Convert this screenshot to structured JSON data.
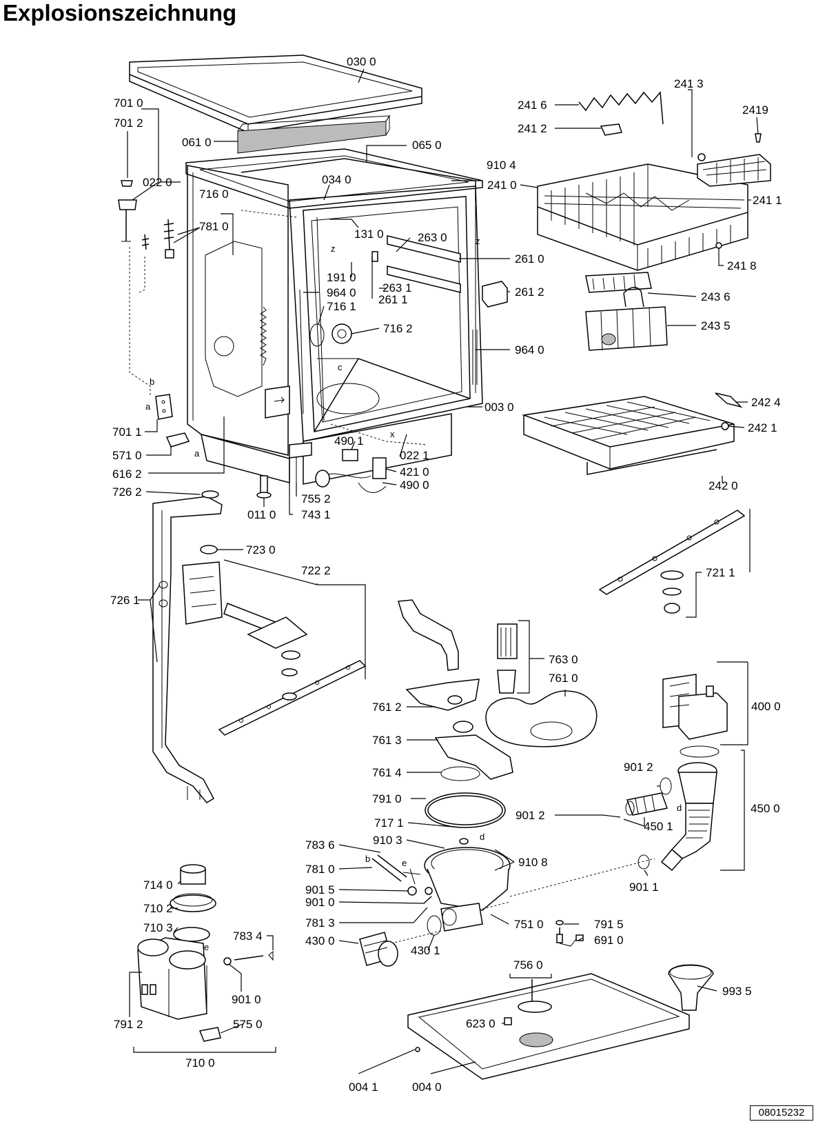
{
  "title": "Explosionszeichnung",
  "doc_number": "08015232",
  "labels": {
    "p0300": "030 0",
    "p7010": "701 0",
    "p7012": "701 2",
    "p0610": "061 0",
    "p0650": "065 0",
    "p0340": "034 0",
    "p0220": "022 0",
    "p7160": "716 0",
    "p7810": "781 0",
    "p9104": "910 4",
    "p1310": "131 0",
    "p2630": "263 0",
    "p2610": "261 0",
    "p1910": "191 0",
    "p9640a": "964 0",
    "p2631": "263 1",
    "p2611": "261 1",
    "p2612": "261 2",
    "p7161": "716 1",
    "p7162": "716 2",
    "p9640b": "964 0",
    "p0030": "003 0",
    "p7011": "701 1",
    "p5710": "571 0",
    "p6162": "616 2",
    "p4901": "490 1",
    "p0221": "022 1",
    "p4210": "421 0",
    "p4900": "490 0",
    "p7262": "726 2",
    "p0110": "011 0",
    "p7552": "755 2",
    "p7431": "743 1",
    "p2413": "241 3",
    "p2416": "241 6",
    "p2419": "2419",
    "p2412": "241 2",
    "p2410": "241 0",
    "p2411": "241 1",
    "p2418": "241 8",
    "p2436": "243 6",
    "p2435": "243 5",
    "p2424": "242 4",
    "p2421": "242 1",
    "p2420": "242 0",
    "p7230": "723 0",
    "p7222": "722 2",
    "p7211": "721 1",
    "p7261": "726 1",
    "p7630": "763 0",
    "p7610": "761 0",
    "p4000": "400 0",
    "p7612": "761 2",
    "p7613": "761 3",
    "p7614": "761 4",
    "p9012a": "901 2",
    "p7910": "791 0",
    "p9012b": "901 2",
    "p4500": "450 0",
    "p7171": "717 1",
    "p4501": "450 1",
    "p9103": "910 3",
    "p7836": "783 6",
    "p9108": "910 8",
    "p7140": "714 0",
    "p7810b": "781 0",
    "p9015": "901 5",
    "p9011": "901 1",
    "p7102": "710 2",
    "p9010a": "901 0",
    "p7813": "781 3",
    "p7510": "751 0",
    "p7915": "791 5",
    "p7103": "710 3",
    "p7834": "783 4",
    "p4300": "430 0",
    "p4301": "430 1",
    "p6910": "691 0",
    "p7560": "756 0",
    "p9010b": "901 0",
    "p9935": "993 5",
    "p7912": "791 2",
    "p5750": "575 0",
    "p6230": "623 0",
    "p7100": "710 0",
    "p0041": "004 1",
    "p0040": "004 0"
  },
  "letters": {
    "a": "a",
    "b": "b",
    "c": "c",
    "d": "d",
    "e": "e",
    "x": "x",
    "z": "z"
  }
}
